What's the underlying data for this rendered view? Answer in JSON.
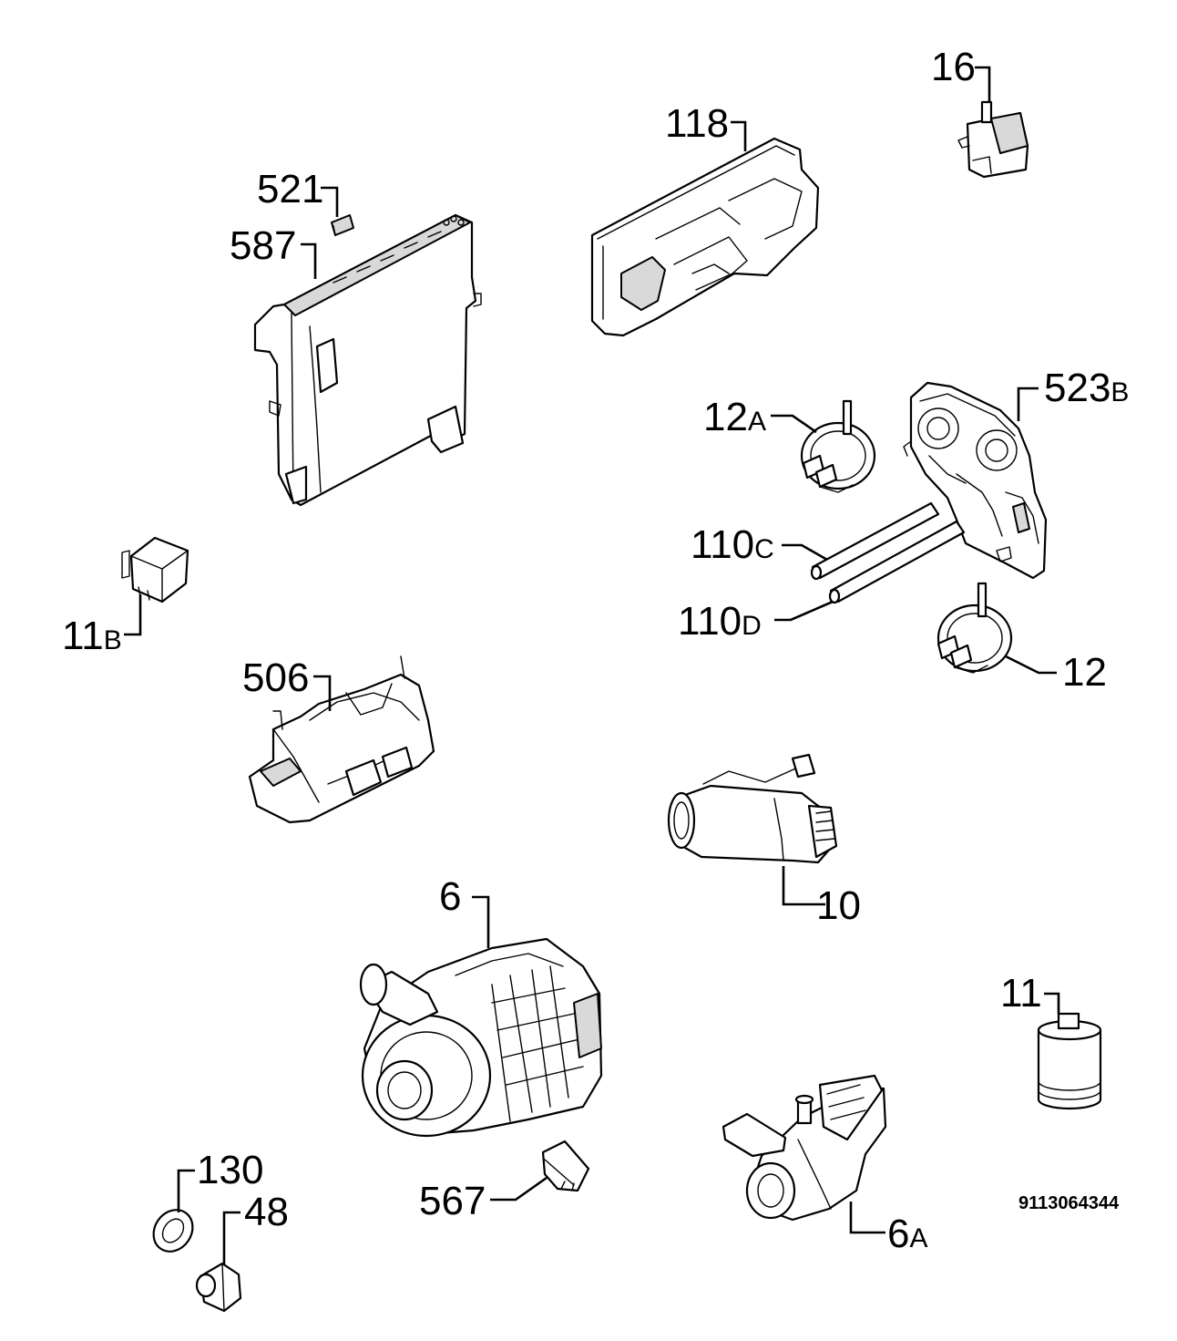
{
  "diagram_code": "9113064344",
  "callouts": {
    "c16": {
      "num": "16",
      "suffix": ""
    },
    "c118": {
      "num": "118",
      "suffix": ""
    },
    "c521": {
      "num": "521",
      "suffix": ""
    },
    "c587": {
      "num": "587",
      "suffix": ""
    },
    "c523b": {
      "num": "523",
      "suffix": "B"
    },
    "c12a": {
      "num": "12",
      "suffix": "A"
    },
    "c110c": {
      "num": "110",
      "suffix": "C"
    },
    "c110d": {
      "num": "110",
      "suffix": "D"
    },
    "c11b": {
      "num": "11",
      "suffix": "B"
    },
    "c12": {
      "num": "12",
      "suffix": ""
    },
    "c506": {
      "num": "506",
      "suffix": ""
    },
    "c10": {
      "num": "10",
      "suffix": ""
    },
    "c6": {
      "num": "6",
      "suffix": ""
    },
    "c11": {
      "num": "11",
      "suffix": ""
    },
    "c130": {
      "num": "130",
      "suffix": ""
    },
    "c48": {
      "num": "48",
      "suffix": ""
    },
    "c567": {
      "num": "567",
      "suffix": ""
    },
    "c6a": {
      "num": "6",
      "suffix": "A"
    }
  }
}
